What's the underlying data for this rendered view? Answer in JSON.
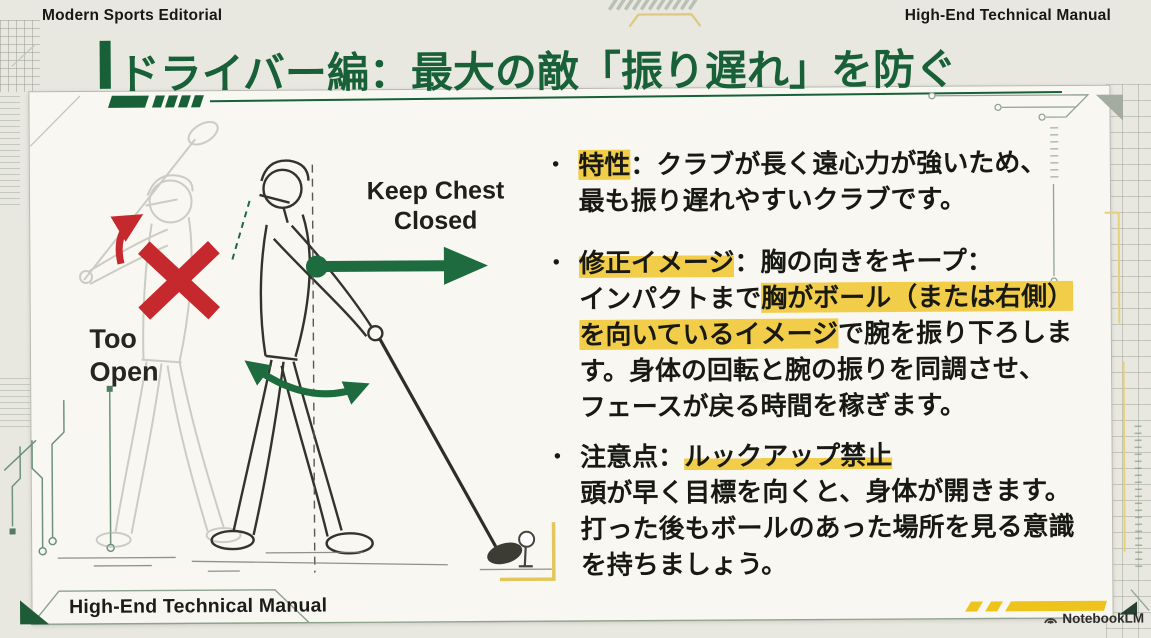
{
  "slide": {
    "eyebrow_left": "Modern Sports Editorial",
    "eyebrow_right": "High-End Technical Manual",
    "title": "ドライバー編：最大の敵「振り遅れ」を防ぐ",
    "footer_banner": "High-End Technical Manual",
    "brand": "NotebookLM"
  },
  "illustration": {
    "wrong_label": "Too Open",
    "correct_label": "Keep Chest Closed"
  },
  "bullets": [
    {
      "segments": [
        {
          "t": "特性",
          "h": "full"
        },
        {
          "t": "：クラブが長く遠心力が強いため、"
        },
        {
          "t": "最も振り遅れやすいクラブです。",
          "br": true
        }
      ]
    },
    {
      "segments": [
        {
          "t": "修正イメージ",
          "h": "marker"
        },
        {
          "t": "：胸の向きをキープ："
        },
        {
          "t": "インパクトまで",
          "br": true
        },
        {
          "t": "胸がボール（または右側）",
          "h": "full"
        },
        {
          "t": "を向いているイメージ",
          "h": "full",
          "br": true
        },
        {
          "t": "で腕を振り下ろしま"
        },
        {
          "t": "す。身体の回転と腕の振りを同調させ、",
          "br": true
        },
        {
          "t": "フェースが戻る時間を稼ぎます。",
          "br": true
        }
      ]
    },
    {
      "segments": [
        {
          "t": "注意点："
        },
        {
          "t": "ルックアップ禁止",
          "h": "under"
        },
        {
          "t": "頭が早く目標を向くと、身体が開きます。",
          "br": true
        },
        {
          "t": "打った後もボールのあった場所を見る意識",
          "br": true
        },
        {
          "t": "を持ちましょう。",
          "br": true
        }
      ]
    }
  ],
  "colors": {
    "accent_green": "#176038",
    "arrow_green": "#1d6b3e",
    "error_red": "#c5282d",
    "highlight_yellow": "#f2cd4a",
    "bar_yellow": "#eec31c"
  }
}
